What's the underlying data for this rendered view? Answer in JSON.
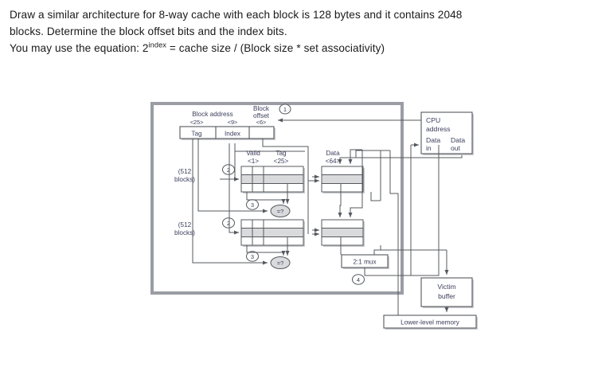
{
  "question": {
    "line1": "Draw a similar architecture for 8-way cache with each block is 128 bytes and it contains 2048",
    "line2": "blocks. Determine the block offset bits and the index bits.",
    "line3_prefix": "You may use the equation: 2",
    "line3_sup": "index",
    "line3_suffix": " = cache size / (Block size * set associativity)"
  },
  "diagram": {
    "title": "two-way set associative cache with victim buffer",
    "address_bar": {
      "group_label_left": "Block address",
      "group_label_right_l1": "Block",
      "group_label_right_l2": "offset",
      "widths": {
        "tag": "<25>",
        "index": "<9>",
        "offset": "<6>"
      },
      "fields": {
        "tag": "Tag",
        "index": "Index",
        "offset": ""
      }
    },
    "set_labels": [
      {
        "l1": "(512",
        "l2": "blocks)"
      },
      {
        "l1": "(512",
        "l2": "blocks)"
      }
    ],
    "column_headers": {
      "valid_l1": "Valid",
      "valid_l2": "<1>",
      "tag_l1": "Tag",
      "tag_l2": "<25>",
      "data_l1": "Data",
      "data_l2": "<64>"
    },
    "comparator_label": "=?",
    "step_markers": [
      "1",
      "2",
      "3",
      "2",
      "3",
      "4"
    ],
    "mux_label": "2:1 mux",
    "cpu_box": {
      "line1": "CPU",
      "line2": "address",
      "data_in_l1": "Data",
      "data_in_l2": "in",
      "data_out_l1": "Data",
      "data_out_l2": "out"
    },
    "victim_buffer": {
      "l1": "Victim",
      "l2": "buffer"
    },
    "lower_level_memory": "Lower-level memory",
    "colors": {
      "frame": "#9a9da3",
      "text": "#3b3f5c",
      "line": "#55585e",
      "row_fill": "#d9dadc",
      "shadow": "#c9cbcd",
      "box_fill": "#ffffff"
    }
  }
}
